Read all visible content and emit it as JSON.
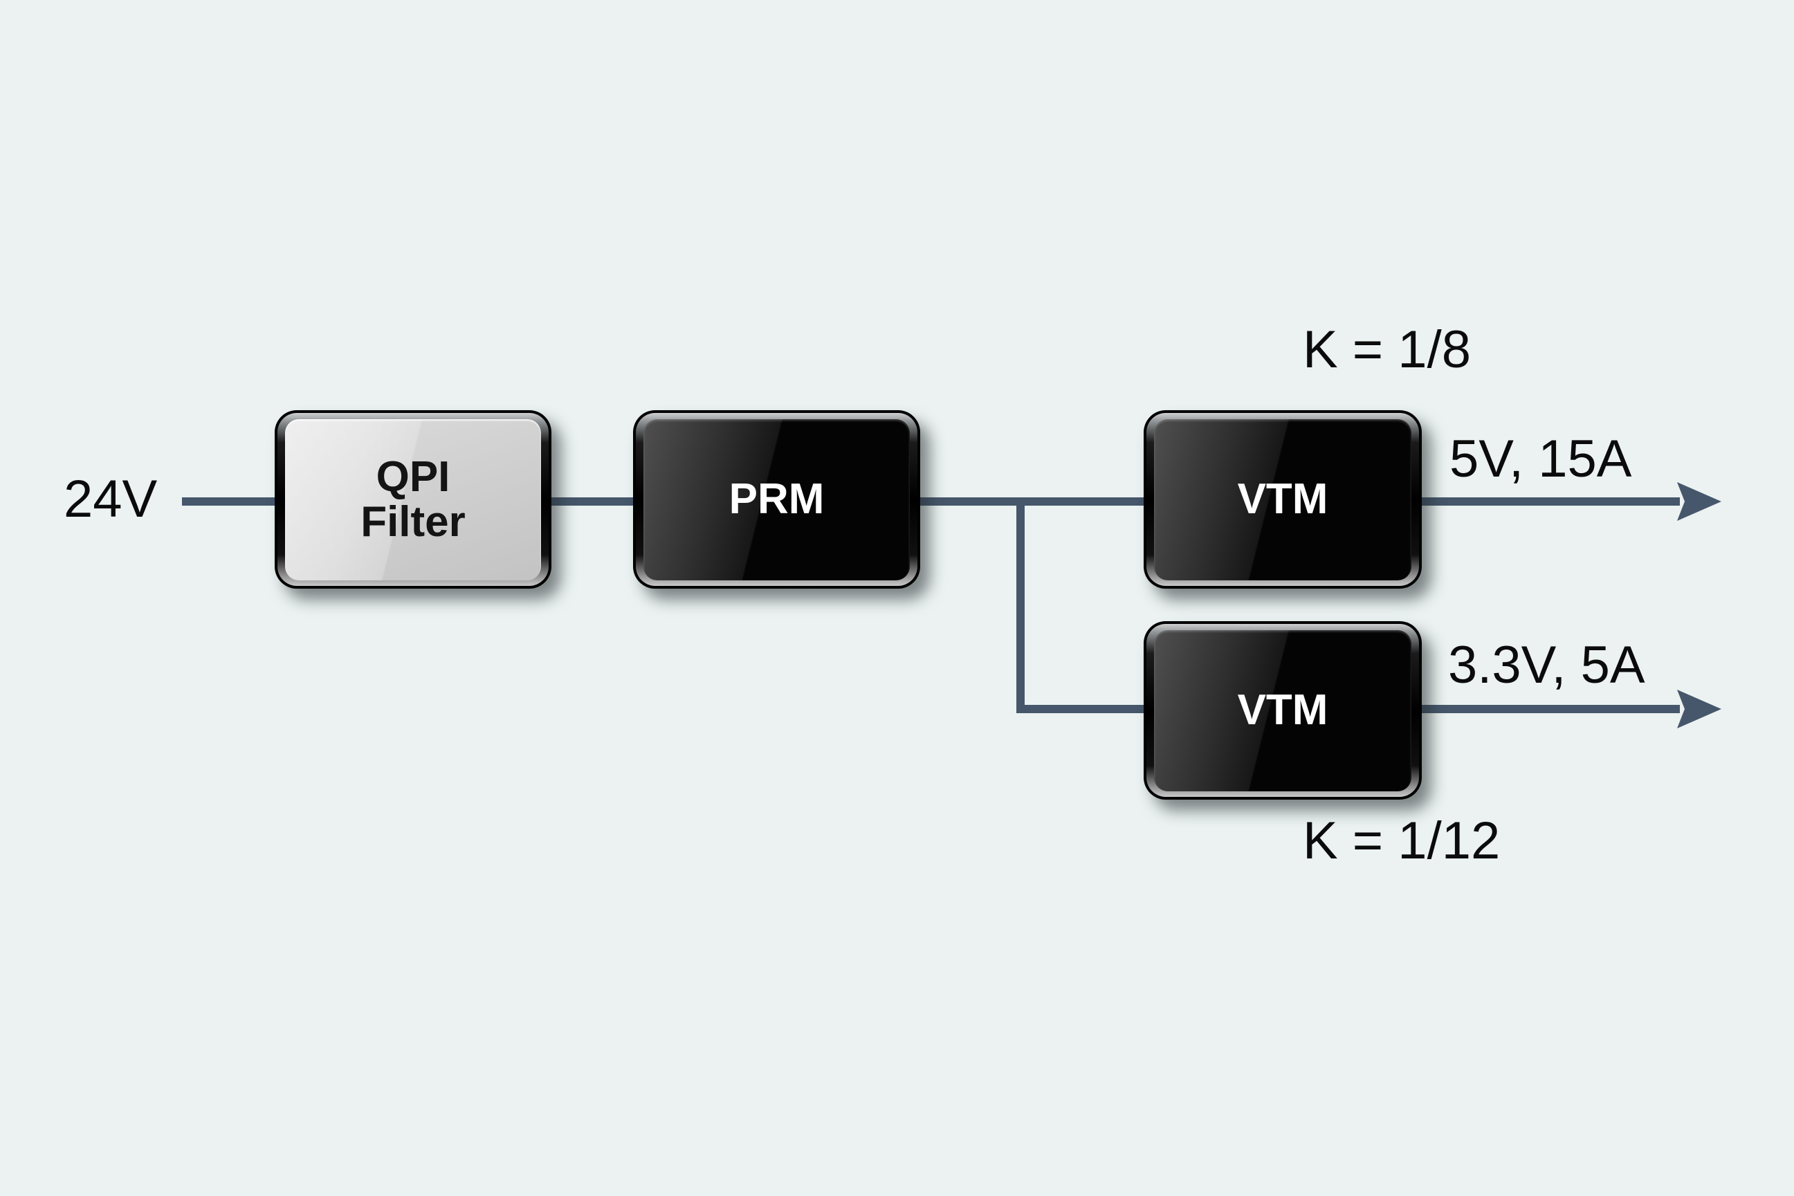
{
  "diagram": {
    "background_color": "#ebf2f1",
    "line_color": "#46576b",
    "input_label": "24V",
    "blocks": [
      {
        "name": "qpi-filter",
        "style": "light",
        "label_line1": "QPI",
        "label_line2": "Filter"
      },
      {
        "name": "prm",
        "style": "dark",
        "label": "PRM"
      },
      {
        "name": "vtm-top",
        "style": "dark",
        "label": "VTM",
        "k_label": "K = 1/8",
        "output_label": "5V, 15A"
      },
      {
        "name": "vtm-bottom",
        "style": "dark",
        "label": "VTM",
        "k_label": "K = 1/12",
        "output_label": "3.3V, 5A"
      }
    ]
  }
}
